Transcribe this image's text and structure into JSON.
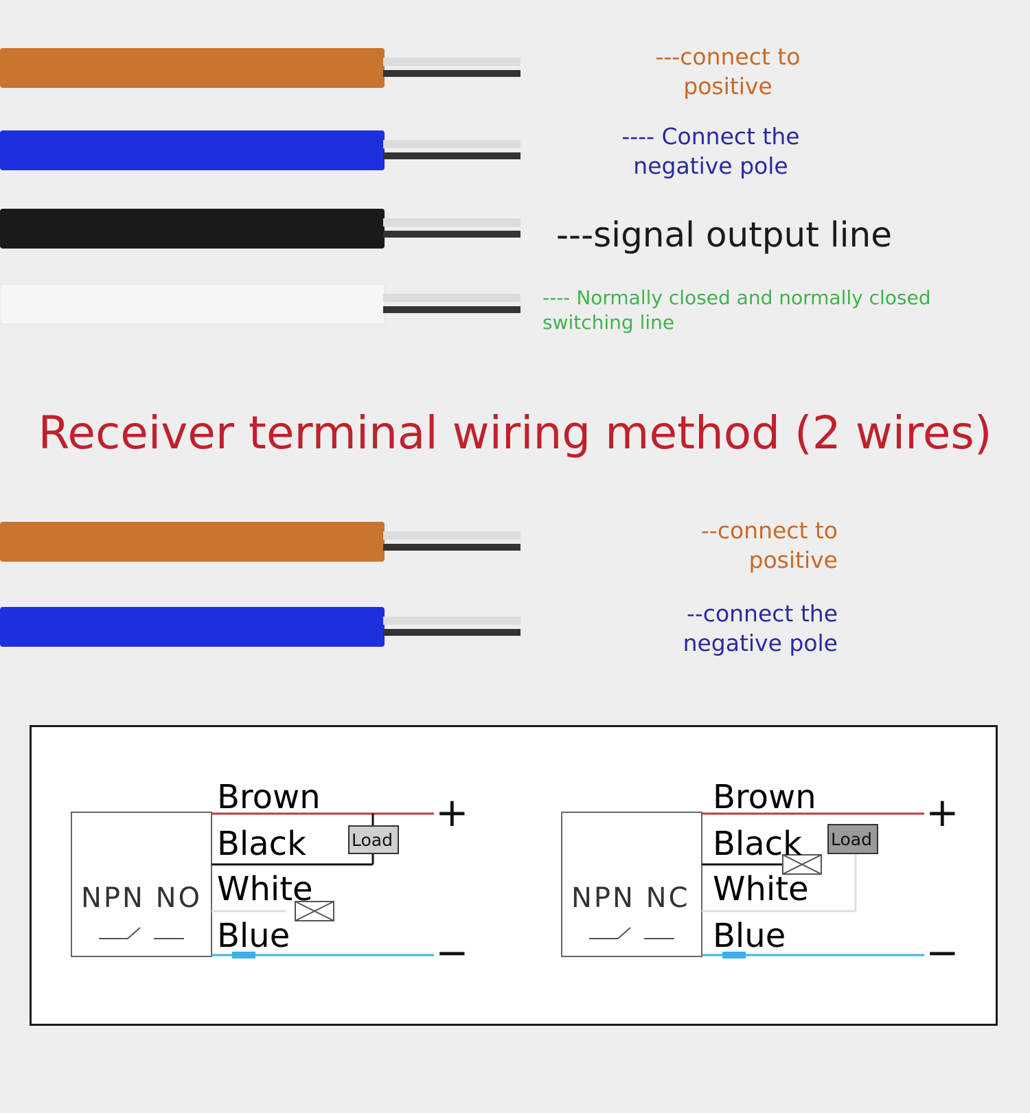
{
  "wires_top": [
    {
      "color": "#c9742f",
      "dash_color": "#c9742f",
      "text_color": "#c86a26",
      "lines": [
        "---connect to",
        "positive"
      ]
    },
    {
      "color": "#1e2fdf",
      "dash_color": "#3033b8",
      "text_color": "#2a2aa0",
      "lines": [
        "---- Connect the",
        "negative pole"
      ]
    },
    {
      "color": "#1a1a1a",
      "dash_color": "#1a1a1a",
      "text_color": "#1a1a1a",
      "lines": [
        "---signal output line"
      ]
    },
    {
      "color": "#f7f7f7",
      "dash_color": "#2bb24c",
      "text_color": "#3cb54a",
      "lines": [
        "---- Normally closed and normally closed",
        "switching line"
      ]
    }
  ],
  "title": "Receiver terminal wiring method (2 wires)",
  "wires_bottom": [
    {
      "color": "#c9742f",
      "dash_color": "#c9742f",
      "text_color": "#c86a26",
      "lines": [
        "--connect to",
        "positive"
      ]
    },
    {
      "color": "#1e2fdf",
      "dash_color": "#3033b8",
      "text_color": "#2a2aa0",
      "lines": [
        "--connect the",
        "negative pole"
      ]
    }
  ],
  "diagrams": [
    {
      "sensor": "NPN NO",
      "wire_labels": [
        "Brown",
        "Black",
        "White",
        "Blue"
      ],
      "load": "Load",
      "plus": "+",
      "minus": "−"
    },
    {
      "sensor": "NPN NC",
      "wire_labels": [
        "Brown",
        "Black",
        "White",
        "Blue"
      ],
      "load": "Load",
      "plus": "+",
      "minus": "−"
    }
  ],
  "colors": {
    "brown_line": "#b5413a",
    "blue_line": "#3fb0e6",
    "title": "#c0212c"
  }
}
